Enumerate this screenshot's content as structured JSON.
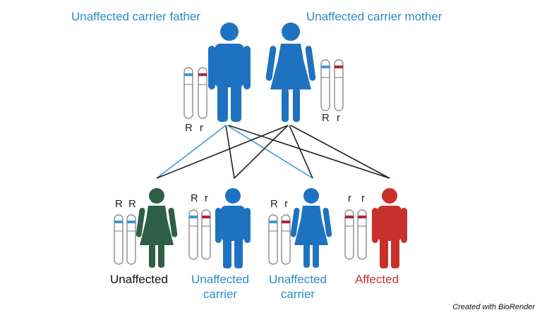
{
  "parents": {
    "father": {
      "label": "Unaffected carrier father",
      "alleles": [
        "R",
        "r"
      ]
    },
    "mother": {
      "label": "Unaffected carrier mother",
      "alleles": [
        "R",
        "r"
      ]
    }
  },
  "children": [
    {
      "label_line1": "Unaffected",
      "label_line2": "",
      "alleles": [
        "R",
        "R"
      ],
      "color": "#2d5e48",
      "label_color": "#111111"
    },
    {
      "label_line1": "Unaffected",
      "label_line2": "carrier",
      "alleles": [
        "R",
        "r"
      ],
      "color": "#1f72c0",
      "label_color": "#2e8bc7"
    },
    {
      "label_line1": "Unaffected",
      "label_line2": "carrier",
      "alleles": [
        "R",
        "r"
      ],
      "color": "#1f72c0",
      "label_color": "#2e8bc7"
    },
    {
      "label_line1": "Affected",
      "label_line2": "",
      "alleles": [
        "r",
        "r"
      ],
      "color": "#c8302e",
      "label_color": "#c8302e"
    }
  ],
  "colors": {
    "parent_figure": "#1f72c0",
    "dominant_band": "#3a9ad9",
    "recessive_band": "#b0263a",
    "line_blue": "#3a9ad9",
    "line_dark": "#222222"
  },
  "credit": "Created with BioRender"
}
